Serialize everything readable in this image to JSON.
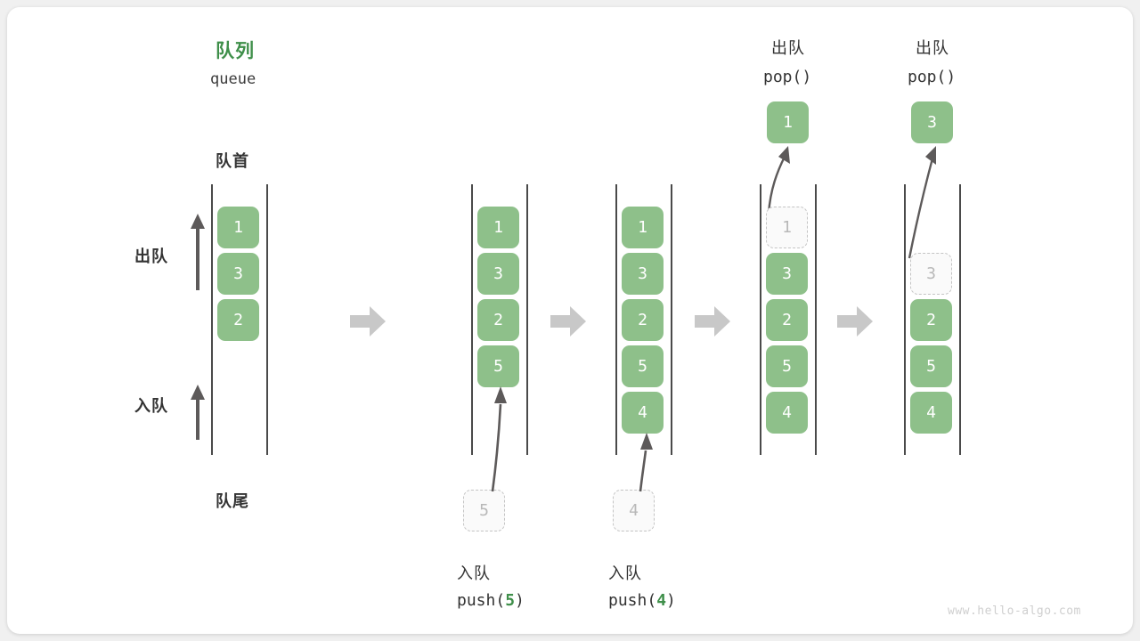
{
  "meta": {
    "watermark": "www.hello-algo.com",
    "colors": {
      "cell_green": "#8ec08a",
      "accent_green": "#3f8f4a",
      "text_dark": "#333333",
      "ghost_gray": "#b8b8b8",
      "arrow_gray": "#c8c8c8",
      "rail_dark": "#4a4a4a"
    }
  },
  "title": {
    "cn": "队列",
    "en": "queue"
  },
  "labels": {
    "front": "队首",
    "back": "队尾",
    "dequeue": "出队",
    "enqueue": "入队"
  },
  "ops": {
    "push5": {
      "cn": "入队",
      "fn": "push(",
      "arg": "5",
      "close": ")"
    },
    "push4": {
      "cn": "入队",
      "fn": "push(",
      "arg": "4",
      "close": ")"
    },
    "pop1": {
      "cn": "出队",
      "code": "pop()"
    },
    "pop2": {
      "cn": "出队",
      "code": "pop()"
    }
  },
  "columns": [
    {
      "id": "initial",
      "cells": [
        {
          "value": "1",
          "state": "filled"
        },
        {
          "value": "3",
          "state": "filled"
        },
        {
          "value": "2",
          "state": "filled"
        }
      ],
      "incoming": null,
      "popped": null
    },
    {
      "id": "after-push-5",
      "cells": [
        {
          "value": "1",
          "state": "filled"
        },
        {
          "value": "3",
          "state": "filled"
        },
        {
          "value": "2",
          "state": "filled"
        },
        {
          "value": "5",
          "state": "filled"
        }
      ],
      "incoming": {
        "value": "5",
        "state": "ghost"
      },
      "popped": null
    },
    {
      "id": "after-push-4",
      "cells": [
        {
          "value": "1",
          "state": "filled"
        },
        {
          "value": "3",
          "state": "filled"
        },
        {
          "value": "2",
          "state": "filled"
        },
        {
          "value": "5",
          "state": "filled"
        },
        {
          "value": "4",
          "state": "filled"
        }
      ],
      "incoming": {
        "value": "4",
        "state": "ghost"
      },
      "popped": null
    },
    {
      "id": "after-pop-1",
      "cells": [
        {
          "value": "1",
          "state": "ghost"
        },
        {
          "value": "3",
          "state": "filled"
        },
        {
          "value": "2",
          "state": "filled"
        },
        {
          "value": "5",
          "state": "filled"
        },
        {
          "value": "4",
          "state": "filled"
        }
      ],
      "incoming": null,
      "popped": {
        "value": "1",
        "state": "filled"
      }
    },
    {
      "id": "after-pop-3",
      "cells": [
        {
          "value": "3",
          "state": "ghost"
        },
        {
          "value": "2",
          "state": "filled"
        },
        {
          "value": "5",
          "state": "filled"
        },
        {
          "value": "4",
          "state": "filled"
        }
      ],
      "incoming": null,
      "popped": {
        "value": "3",
        "state": "filled"
      }
    }
  ]
}
